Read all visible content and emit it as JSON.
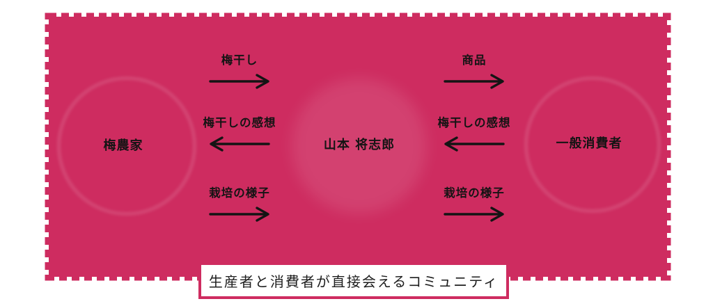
{
  "colors": {
    "stamp_pink": "#CE2C60",
    "arrow_black": "#141414",
    "caption_bg": "#ffffff",
    "caption_border": "#CE2C60"
  },
  "nodes": {
    "producer": {
      "label": "梅農家"
    },
    "intermediary": {
      "label": "山本 将志郎"
    },
    "consumer": {
      "label": "一般消費者"
    }
  },
  "flows_left": [
    {
      "label": "梅干し",
      "direction": "right"
    },
    {
      "label": "梅干しの感想",
      "direction": "left"
    },
    {
      "label": "栽培の様子",
      "direction": "right"
    }
  ],
  "flows_right": [
    {
      "label": "商品",
      "direction": "right"
    },
    {
      "label": "梅干しの感想",
      "direction": "left"
    },
    {
      "label": "栽培の様子",
      "direction": "right"
    }
  ],
  "caption": {
    "text": "生産者と消費者が直接会えるコミュニティ"
  }
}
